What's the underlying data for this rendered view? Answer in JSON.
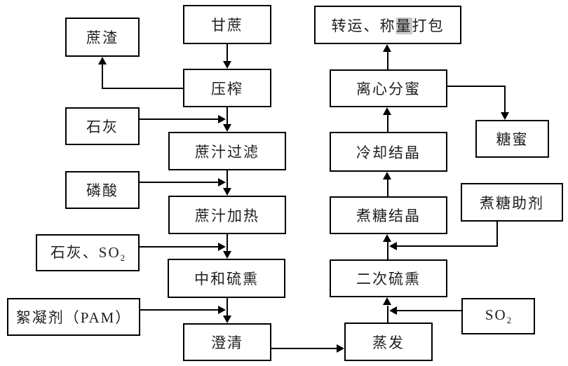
{
  "diagram_type": "flowchart",
  "colors": {
    "background": "#ffffff",
    "box_border": "#000000",
    "text": "#1f1f1f",
    "char_highlight": "#c8c8c8"
  },
  "nodes": {
    "bagasse": {
      "label": "蔗渣"
    },
    "sugarcane": {
      "label": "甘蔗"
    },
    "pressing": {
      "label": "压榨"
    },
    "lime": {
      "label": "石灰"
    },
    "juice_filtration": {
      "label": "蔗汁过滤"
    },
    "phosphoric_acid": {
      "label": "磷酸"
    },
    "juice_heating": {
      "label": "蔗汁加热"
    },
    "lime_so2": {
      "label": "石灰、SO₂",
      "text": "石灰、SO",
      "sub": "2"
    },
    "neutralization_sulfitation": {
      "label": "中和硫熏"
    },
    "flocculant_pam": {
      "label": "絮凝剂（PAM）"
    },
    "clarification": {
      "label": "澄清"
    },
    "evaporation": {
      "label": "蒸发"
    },
    "so2": {
      "label": "SO₂",
      "text": "SO",
      "sub": "2"
    },
    "secondary_sulfitation": {
      "label": "二次硫熏"
    },
    "boiling_aid": {
      "label": "煮糖助剂"
    },
    "boiling_crystallization": {
      "label": "煮糖结晶"
    },
    "cooling_crystallization": {
      "label": "冷却结晶"
    },
    "centrifugal_separation": {
      "label": "离心分蜜",
      "pre": "转运、称"
    },
    "molasses": {
      "label": "糖蜜"
    },
    "transfer_weighing_packing": {
      "label": "转运、称量打包",
      "pre": "转运、称",
      "hl": "量",
      "post": "打包"
    }
  },
  "edges": [
    {
      "from": "sugarcane",
      "to": "pressing"
    },
    {
      "from": "pressing",
      "to": "bagasse"
    },
    {
      "from": "pressing",
      "to": "juice_filtration"
    },
    {
      "from": "lime",
      "to": "juice_filtration"
    },
    {
      "from": "juice_filtration",
      "to": "juice_heating"
    },
    {
      "from": "phosphoric_acid",
      "to": "juice_heating"
    },
    {
      "from": "juice_heating",
      "to": "neutralization_sulfitation"
    },
    {
      "from": "lime_so2",
      "to": "neutralization_sulfitation"
    },
    {
      "from": "neutralization_sulfitation",
      "to": "clarification"
    },
    {
      "from": "flocculant_pam",
      "to": "clarification"
    },
    {
      "from": "clarification",
      "to": "evaporation"
    },
    {
      "from": "evaporation",
      "to": "secondary_sulfitation"
    },
    {
      "from": "so2",
      "to": "secondary_sulfitation"
    },
    {
      "from": "secondary_sulfitation",
      "to": "boiling_crystallization"
    },
    {
      "from": "boiling_aid",
      "to": "boiling_crystallization"
    },
    {
      "from": "boiling_crystallization",
      "to": "cooling_crystallization"
    },
    {
      "from": "cooling_crystallization",
      "to": "centrifugal_separation"
    },
    {
      "from": "centrifugal_separation",
      "to": "transfer_weighing_packing"
    },
    {
      "from": "centrifugal_separation",
      "to": "molasses"
    }
  ]
}
